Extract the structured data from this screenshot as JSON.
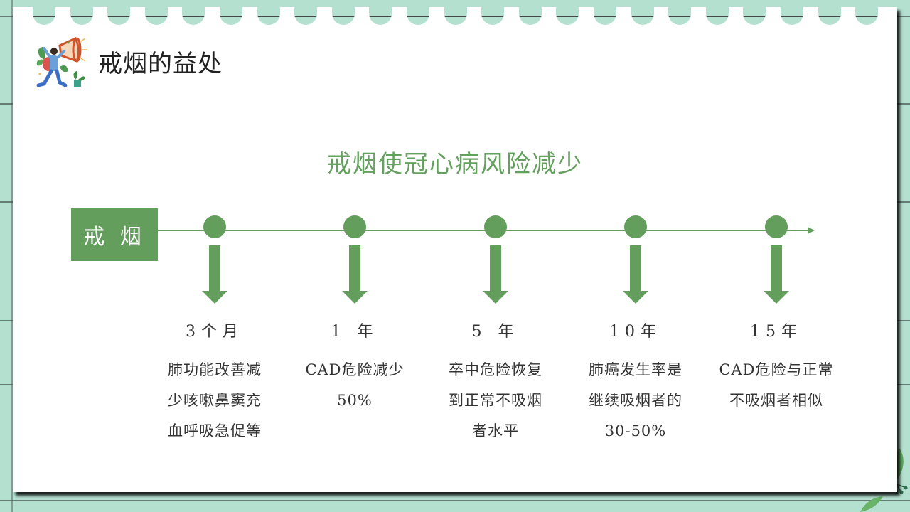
{
  "slide": {
    "title": "戒烟的益处",
    "subtitle": "戒烟使冠心病风险减少",
    "start_label": "戒 烟",
    "colors": {
      "accent_green": "#649e5d",
      "background_mint": "#b4e0d0",
      "paper": "#ffffff",
      "text": "#333333"
    }
  },
  "timeline": {
    "milestones": [
      {
        "period": "3个月",
        "lines": [
          "肺功能改善减",
          "少咳嗽鼻窦充",
          "血呼吸急促等"
        ]
      },
      {
        "period": "1 年",
        "lines": [
          "CAD危险减少",
          "50%"
        ]
      },
      {
        "period": "5 年",
        "lines": [
          "卒中危险恢复",
          "到正常不吸烟",
          "者水平"
        ]
      },
      {
        "period": "10年",
        "lines": [
          "肺癌发生率是",
          "继续吸烟者的",
          "30-50%"
        ]
      },
      {
        "period": "15年",
        "lines": [
          "CAD危险与正常",
          "不吸烟者相似"
        ]
      }
    ]
  },
  "icons": {
    "header_illustration": "megaphone-person-icon",
    "milestone_marker": "circle-dot-icon",
    "milestone_pointer": "down-arrow-icon",
    "timeline_end": "right-arrow-icon"
  }
}
